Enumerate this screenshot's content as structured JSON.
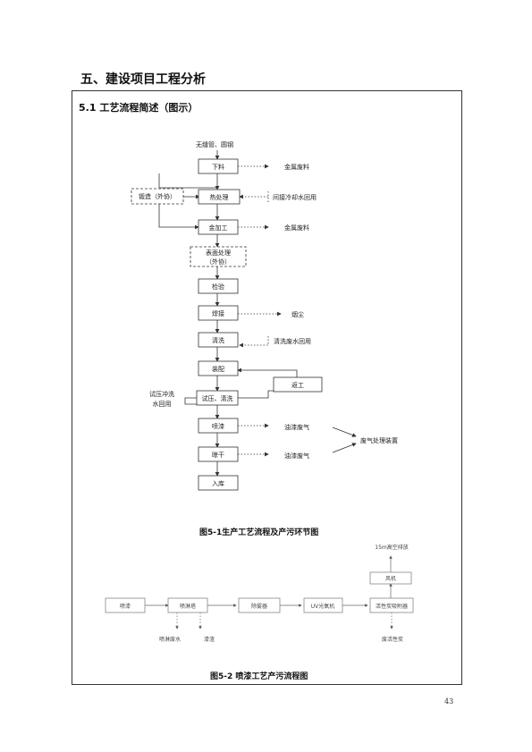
{
  "section_heading": "五、建设项目工程分析",
  "subsection_heading": "5.1 工艺流程简述（图示）",
  "flow1": {
    "input": "无缝管、圆钢",
    "steps": {
      "cut": "下料",
      "forge": "锻造（外协）",
      "heat": "热处理",
      "machine": "金加工",
      "surface_line1": "表面处理",
      "surface_line2": "（外协）",
      "inspect": "检验",
      "weld": "焊接",
      "clean": "清洗",
      "assemble": "装配",
      "rework": "返工",
      "test": "试压、清洗",
      "spray": "喷漆",
      "dry": "晾干",
      "store": "入库"
    },
    "outputs": {
      "cut_waste": "金属废料",
      "heat_water": "间接冷却水回用",
      "machine_waste": "金属废料",
      "weld_dust": "烟尘",
      "clean_water": "清洗废水回用",
      "test_water_line1": "试压冲洗",
      "test_water_line2": "水回用",
      "spray_gas": "油漆废气",
      "dry_gas": "油漆废气",
      "gas_treatment": "废气处理装置"
    },
    "caption": "图5-1生产工艺流程及产污环节图"
  },
  "flow2": {
    "exhaust": "15m高空排放",
    "fan": "风机",
    "spray": "喷漆",
    "tower": "喷淋塔",
    "demister": "除雾器",
    "uv": "UV光氧机",
    "carbon": "活性炭吸附器",
    "tower_water": "喷淋废水",
    "sludge": "漆渣",
    "carbon_waste": "废活性炭",
    "caption": "图5-2  喷漆工艺产污流程图"
  },
  "page_number": "43"
}
